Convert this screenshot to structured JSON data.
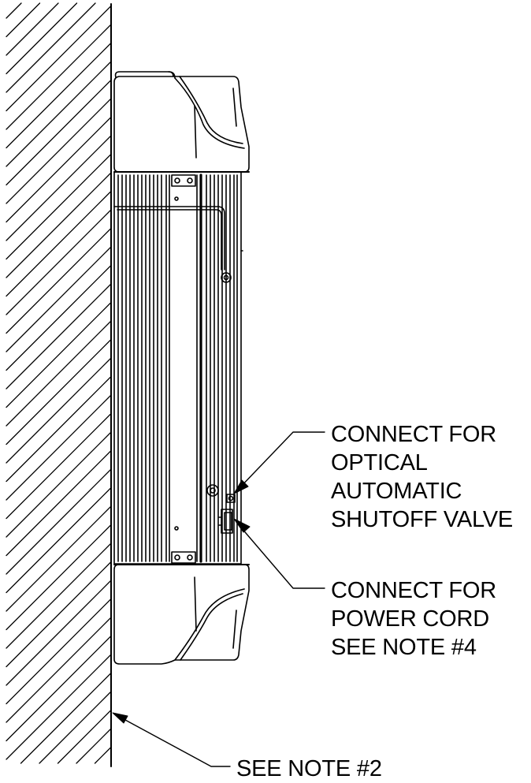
{
  "callouts": {
    "optical_valve": {
      "line1": "CONNECT FOR",
      "line2": "OPTICAL",
      "line3": "AUTOMATIC",
      "line4": "SHUTOFF VALVE"
    },
    "power_cord": {
      "line1": "CONNECT FOR",
      "line2": "POWER CORD",
      "line3": "SEE NOTE #4"
    },
    "wall_note": {
      "line1": "SEE NOTE #2"
    }
  },
  "colors": {
    "ink": "#000000",
    "paper": "#ffffff"
  }
}
